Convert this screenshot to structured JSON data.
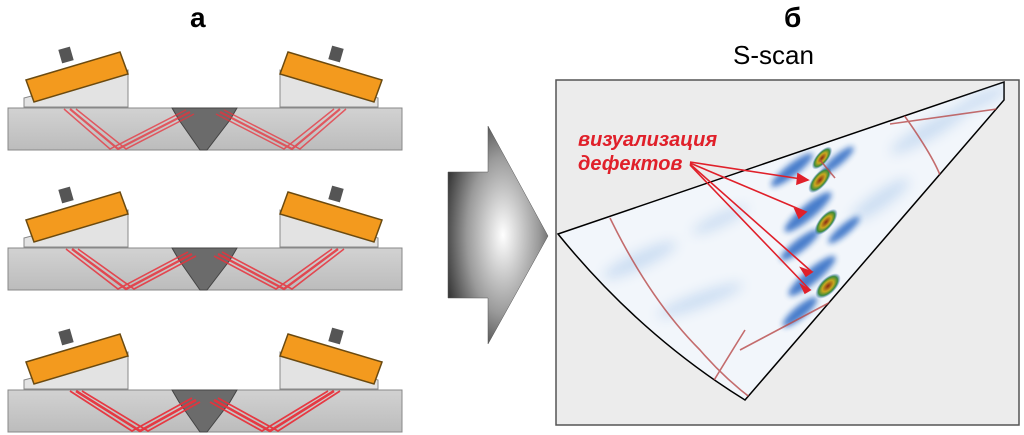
{
  "panel_a": {
    "label": "а"
  },
  "panel_b": {
    "label": "б",
    "title": "S-scan",
    "annotation_line1": "визуализация",
    "annotation_line2": "дефектов"
  },
  "colors": {
    "probe": "#f39a1e",
    "wedge": "#e0e0e0",
    "plate": "#c8c8c8",
    "weld": "#6b6b6b",
    "beam": "#e8323c",
    "annotation": "#e0202a",
    "scan_background": "#edf3fb",
    "scan_signal": "#1f5fbf"
  },
  "icons": [
    "arrow-right-shape",
    "probe-connector-icon"
  ]
}
